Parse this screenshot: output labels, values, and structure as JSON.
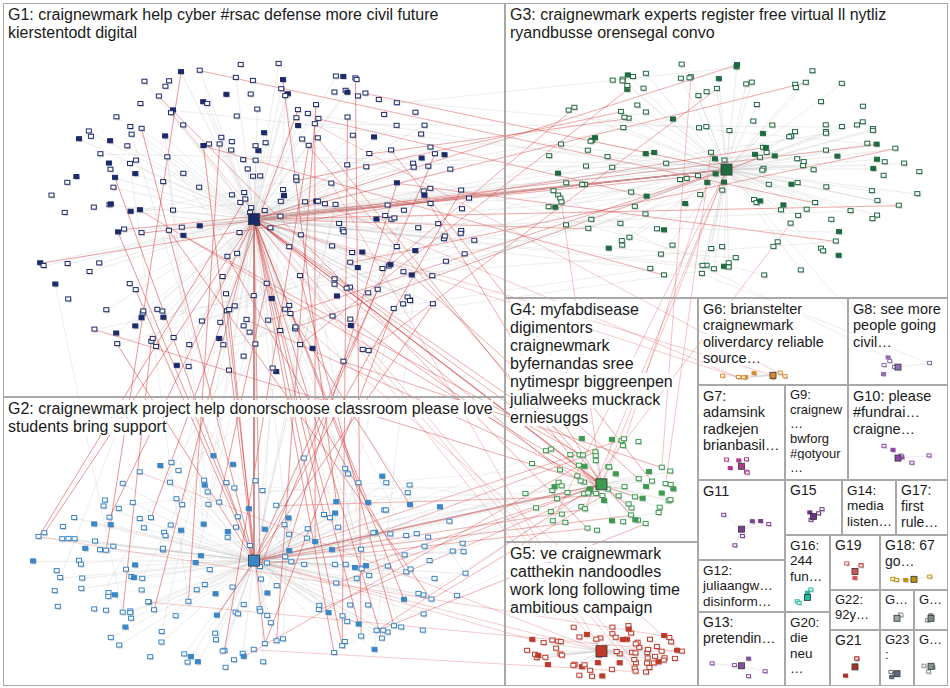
{
  "diagram": {
    "nodes": [
      {
        "text": [
          "G1: craignewmark help cyber #rsac defense more civil future kierstentodt digital"
        ]
      },
      {
        "text": [
          "G3: craignewmark experts register free virtual ll nytliz ryandbusse orensegal convo"
        ]
      },
      {
        "text": [
          "G2: craignewmark project help donorschoose classroom please love students bring support"
        ]
      },
      {
        "text": [
          "G4: myfabdisease digimentors craignewmark byfernandas sree nytimespr biggreenpen julialweeks muckrack erniesuggs"
        ]
      },
      {
        "text": [
          "G6: brianstelter craignewmark oliverdarcy reliable source…"
        ]
      },
      {
        "text": [
          "G8: see more people going civil…"
        ]
      },
      {
        "text": [
          "G7: adamsink radkejen brianbasil…"
        ]
      },
      {
        "text": [
          "G9: craignew… bwforg #gotyour…"
        ]
      },
      {
        "text": [
          "G10: please #fundrai… craigne…"
        ]
      },
      {
        "text": [
          "G11"
        ]
      },
      {
        "text": [
          "G15"
        ]
      },
      {
        "text": [
          "G14: media listen…"
        ]
      },
      {
        "text": [
          "G17: first rule…"
        ]
      },
      {
        "text": [
          "G12: juliaangw… disinform…"
        ]
      },
      {
        "text": [
          "G16: 244 fun…"
        ]
      },
      {
        "text": [
          "G19"
        ]
      },
      {
        "text": [
          "G18: 67 go…"
        ]
      },
      {
        "text": [
          "G13: pretendin…"
        ]
      },
      {
        "text": [
          "G20: die neu…"
        ]
      },
      {
        "text": [
          "G22: 92y…"
        ]
      },
      {
        "text": [
          "G…"
        ]
      },
      {
        "text": [
          "G…"
        ]
      },
      {
        "text": [
          "G21"
        ]
      },
      {
        "text": [
          "G23:"
        ]
      },
      {
        "text": [
          "G…"
        ]
      },
      {
        "text": [
          "G5: ve craignewmark catthekin nandoodles work long following time ambitious campaign"
        ]
      }
    ]
  }
}
